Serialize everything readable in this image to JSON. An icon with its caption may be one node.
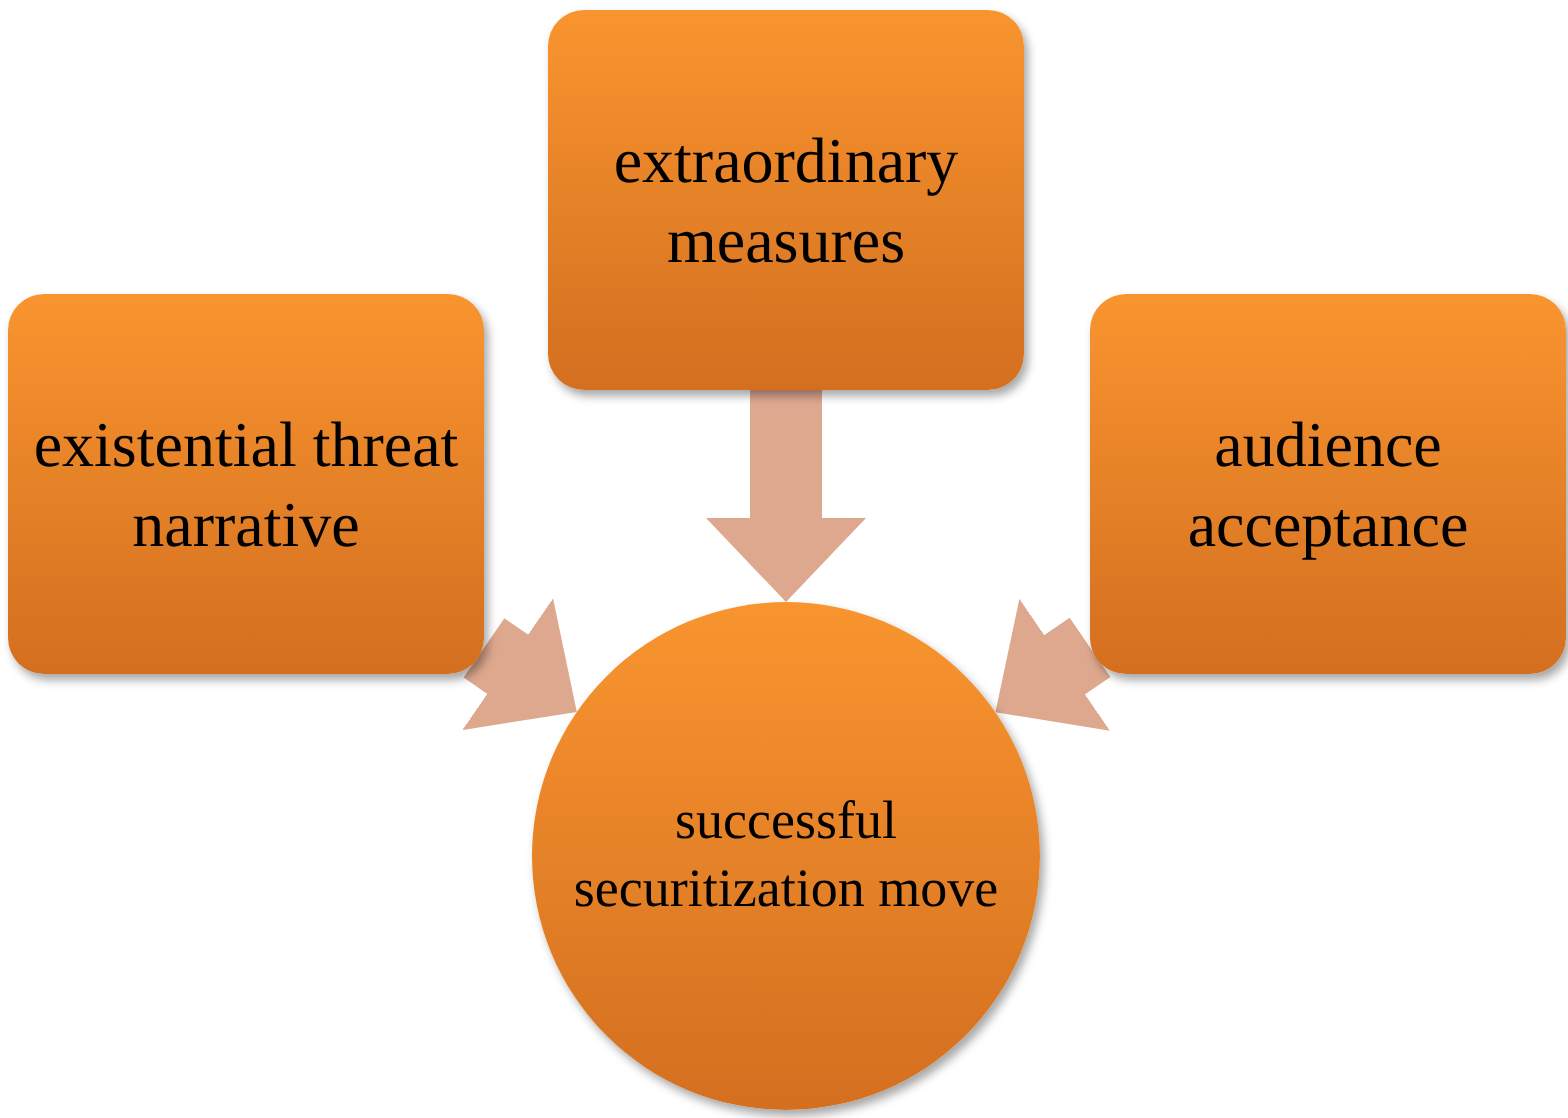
{
  "diagram": {
    "nodes": [
      {
        "text": [
          "extraordinary measures"
        ]
      },
      {
        "text": [
          "existential threat narrative"
        ]
      },
      {
        "text": [
          "audience acceptance"
        ]
      },
      {
        "text": [
          "successful securitization move"
        ]
      }
    ],
    "edges": [
      {
        "from": 0,
        "to": 3,
        "arrow": "to"
      },
      {
        "from": 1,
        "to": 3,
        "arrow": "to"
      },
      {
        "from": 2,
        "to": 3,
        "arrow": "to"
      }
    ]
  }
}
